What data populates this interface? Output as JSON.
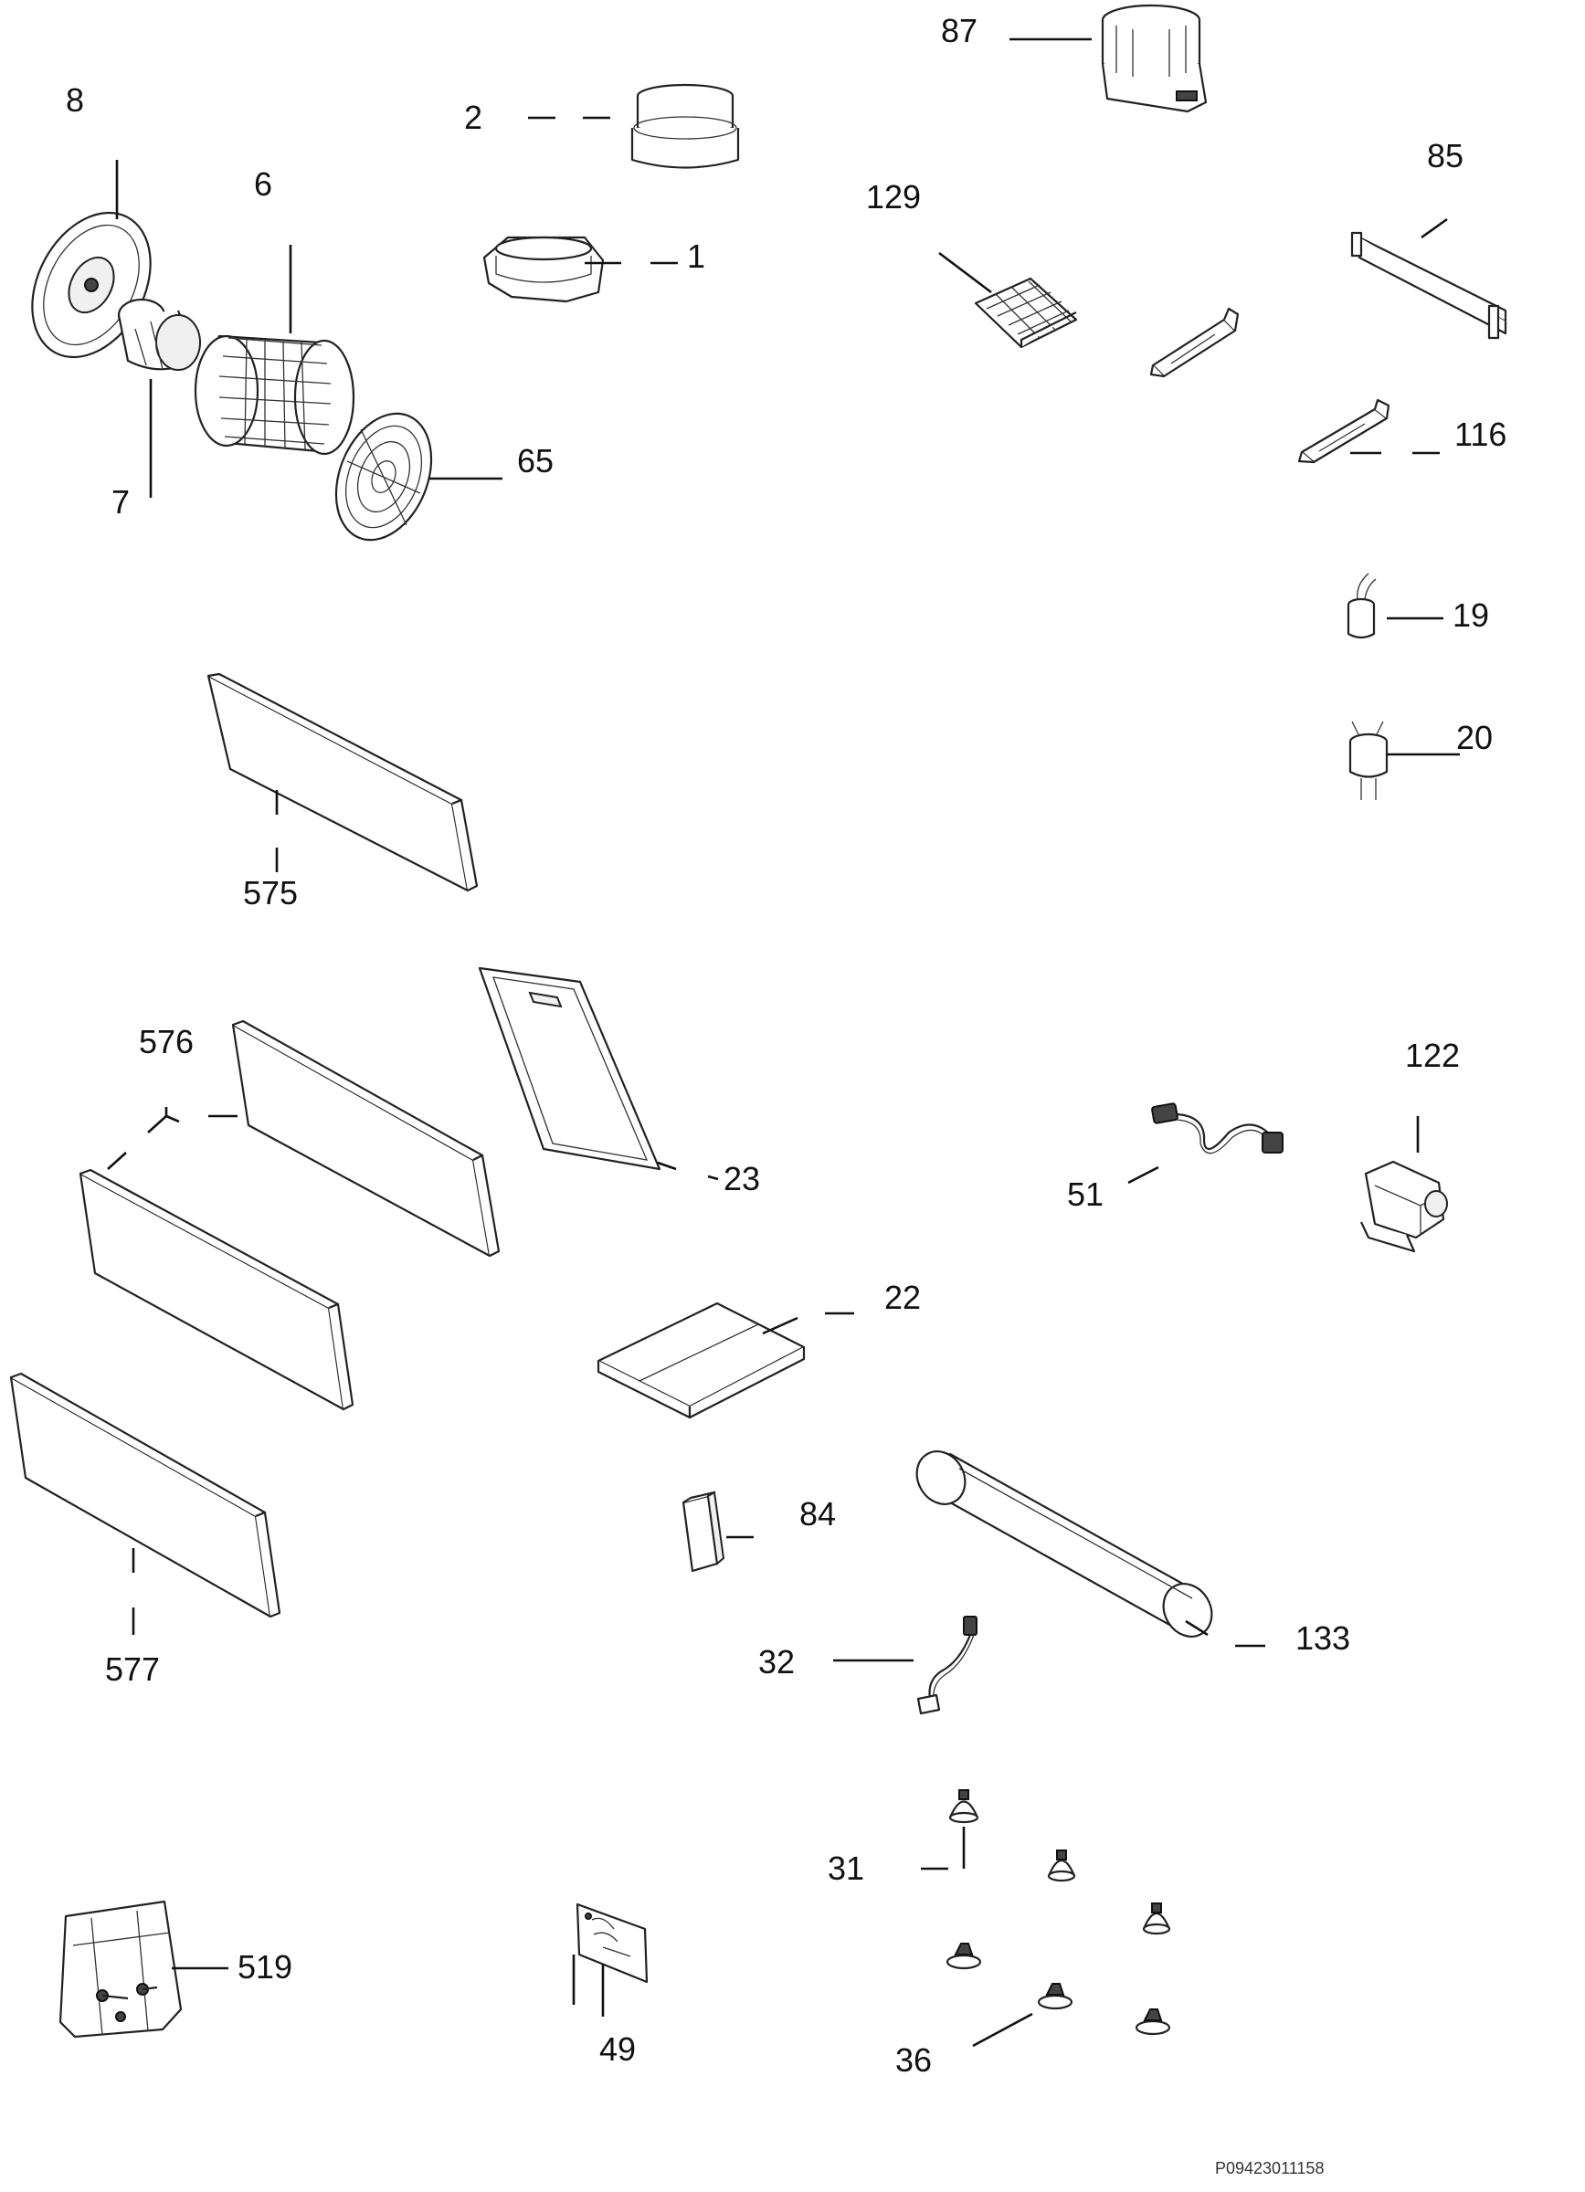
{
  "diagram": {
    "type": "exploded-parts-view",
    "labels": {
      "p8": "8",
      "p2": "2",
      "p6": "6",
      "p1": "1",
      "p87": "87",
      "p129": "129",
      "p85": "85",
      "p116": "116",
      "p7": "7",
      "p65": "65",
      "p19": "19",
      "p20": "20",
      "p575": "575",
      "p576": "576",
      "p23": "23",
      "p122": "122",
      "p51": "51",
      "p22": "22",
      "p84": "84",
      "p133": "133",
      "p32": "32",
      "p577": "577",
      "p31": "31",
      "p519": "519",
      "p49": "49",
      "p36": "36"
    },
    "document_code": "P09423011158"
  }
}
